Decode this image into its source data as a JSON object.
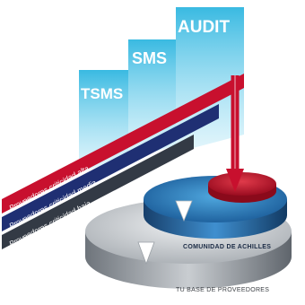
{
  "colors": {
    "panel": "#3cbde3",
    "band_high": "#c8102e",
    "band_medium": "#1f2f73",
    "band_low": "#333a45",
    "disc_top": "#2d7fc1",
    "disc_base": "#9aa0a6",
    "core": "#c8102e"
  },
  "panels": [
    {
      "label": "TSMS",
      "icon": "translucent-panel"
    },
    {
      "label": "SMS",
      "icon": "translucent-panel"
    },
    {
      "label": "AUDIT",
      "icon": "translucent-panel"
    }
  ],
  "bands": [
    {
      "label": "Proveedores criticidad alta",
      "color": "band_high"
    },
    {
      "label": "Proveedores criticidad media",
      "color": "band_medium"
    },
    {
      "label": "Proveedores criticidad baja",
      "color": "band_low"
    }
  ],
  "tiers": {
    "community": "COMUNIDAD DE ACHILLES",
    "base": "TU BASE DE PROVEEDORES"
  },
  "arrows": [
    {
      "from": "AUDIT",
      "icon": "down-arrow",
      "color": "band_high"
    },
    {
      "from": "SMS",
      "icon": "down-arrow",
      "color": "white"
    },
    {
      "from": "TSMS",
      "icon": "down-arrow",
      "color": "white"
    }
  ]
}
